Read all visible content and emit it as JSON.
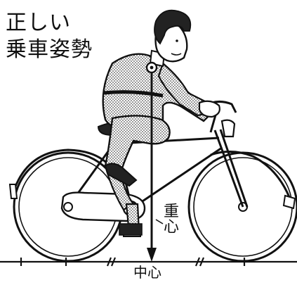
{
  "title": {
    "line1": "正しい",
    "line2": "乗車姿勢"
  },
  "labels": {
    "weight": "重心",
    "center": "中心"
  }
}
